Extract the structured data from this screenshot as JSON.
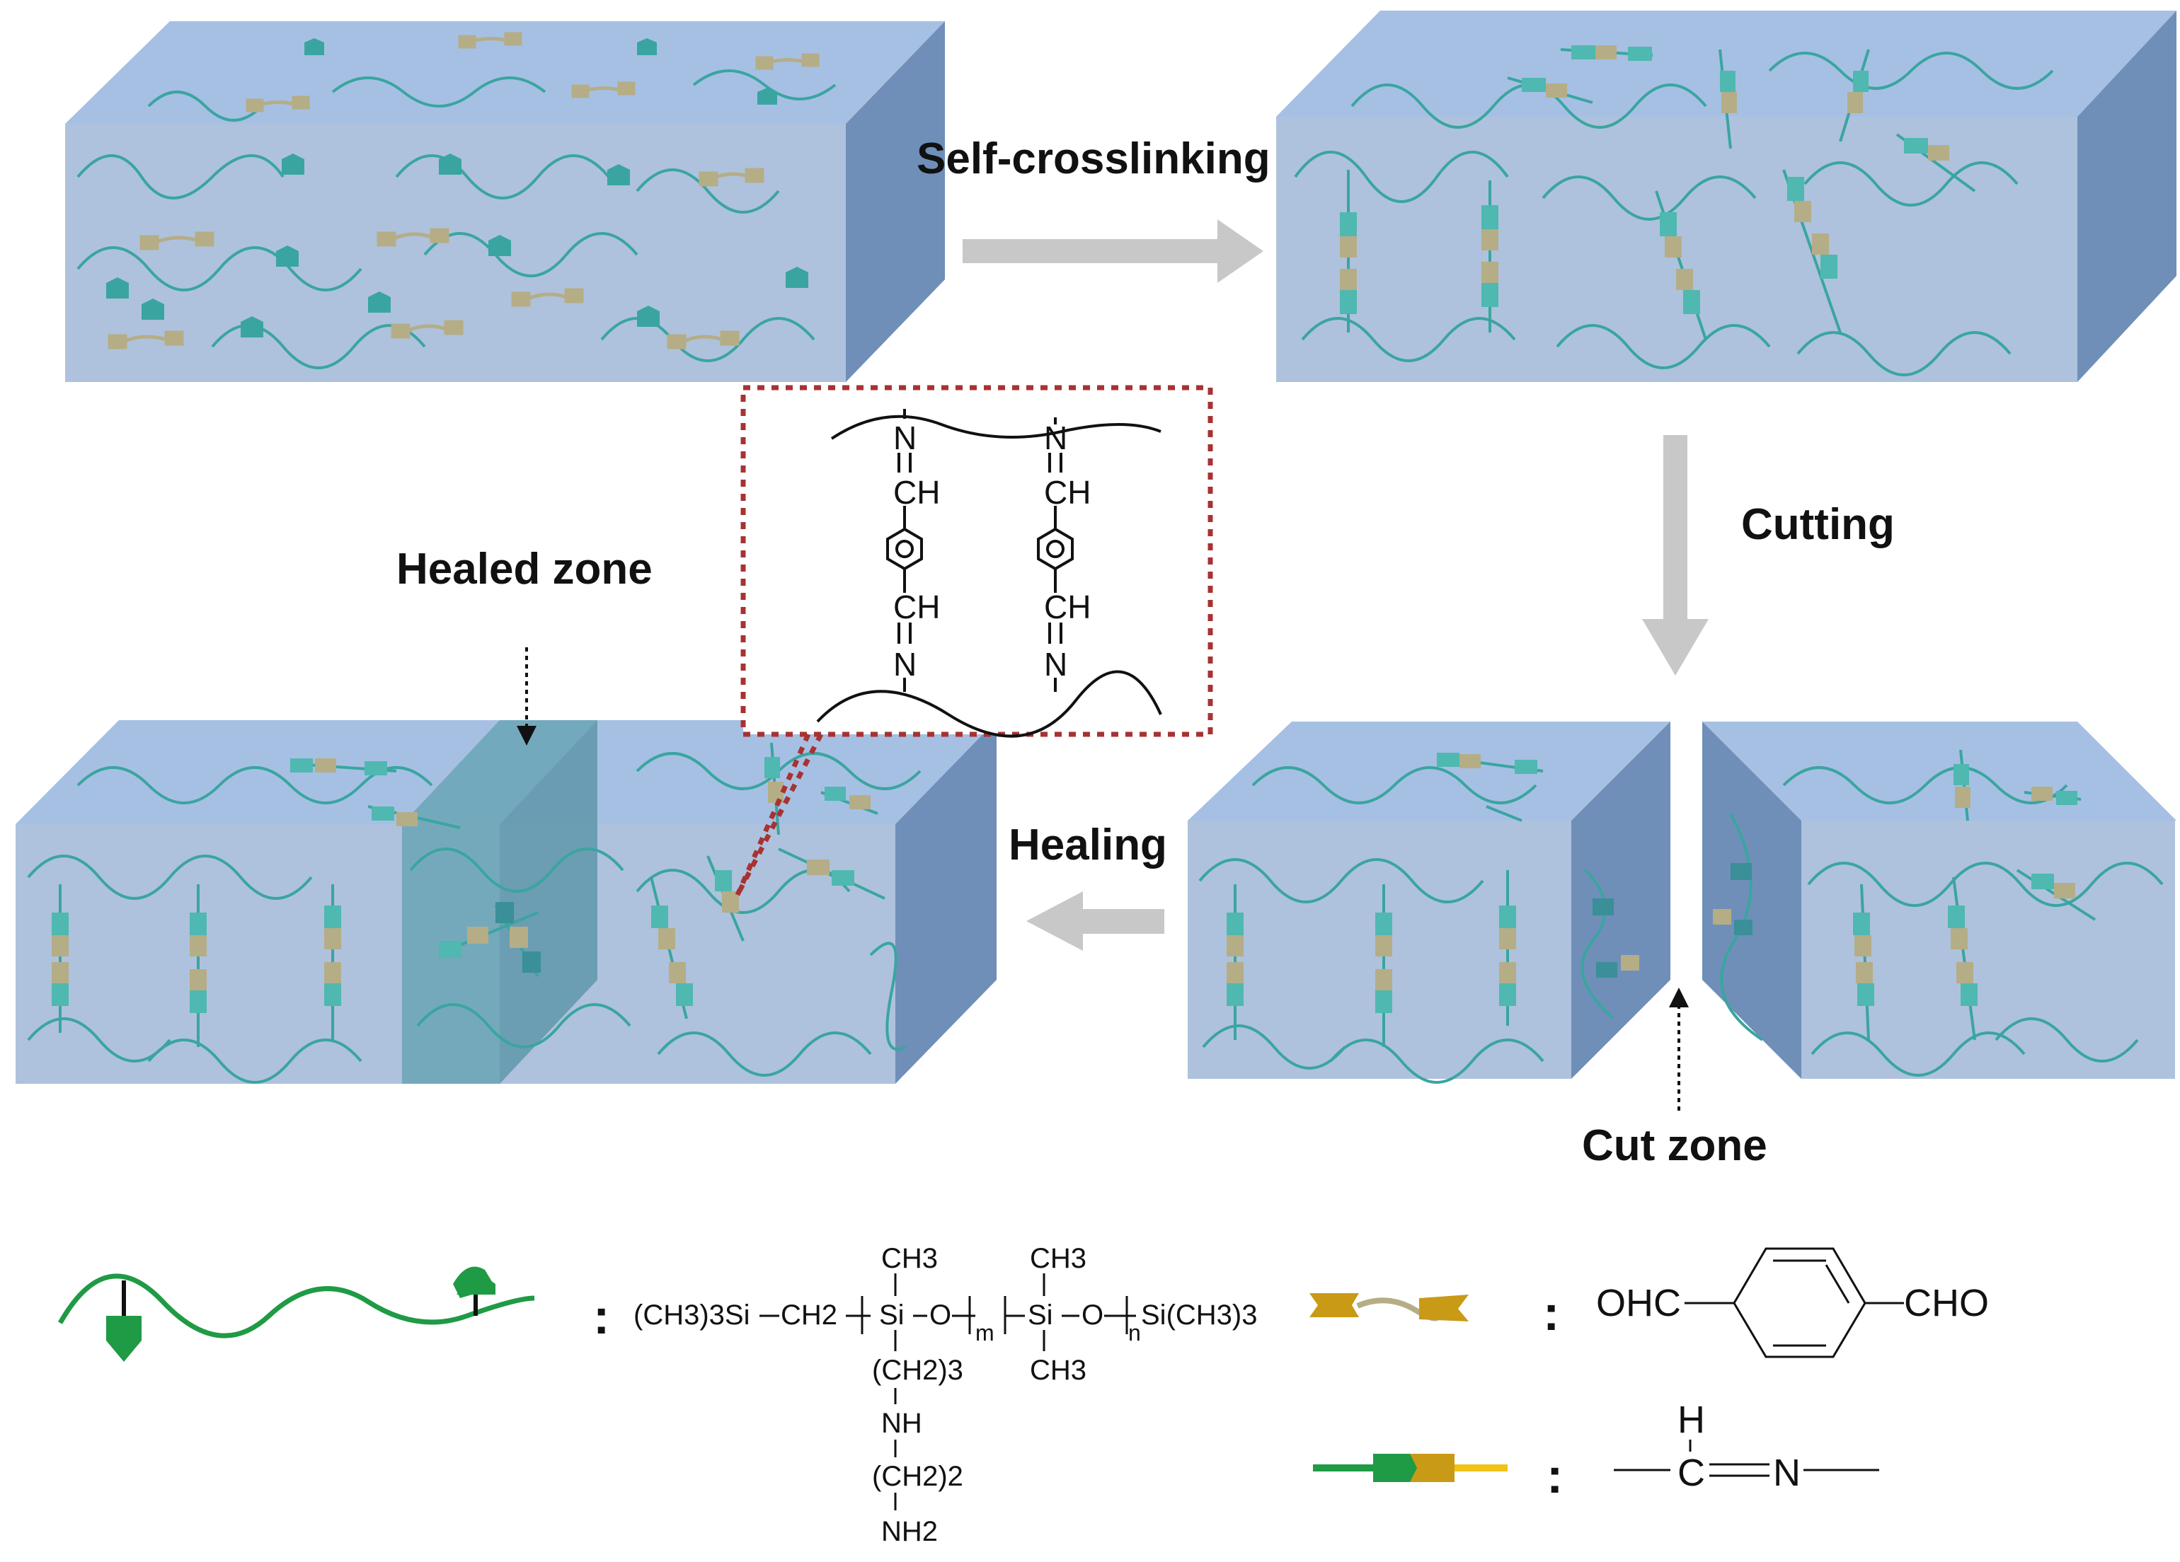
{
  "labels": {
    "self_crosslinking": "Self-crosslinking",
    "cutting": "Cutting",
    "healing": "Healing",
    "healed_zone": "Healed zone",
    "cut_zone": "Cut zone"
  },
  "inset": {
    "n": "N",
    "ch": "CH"
  },
  "legend": {
    "colon": ":",
    "polymer": {
      "icon": "amine-polysiloxane-chain-icon",
      "chain_start": "(CH3)3Si",
      "ch2": "CH2",
      "si": "Si",
      "o": "O",
      "m": "m",
      "n": "n",
      "end_group": "Si(CH3)3",
      "ch3": "CH3",
      "sidechain1": "(CH2)3",
      "nh": "NH",
      "sidechain2": "(CH2)2",
      "nh2": "NH2"
    },
    "aldehyde": {
      "icon": "terephthalaldehyde-crosslinker-icon",
      "left": "OHC",
      "right": "CHO"
    },
    "imine": {
      "icon": "imine-bond-icon",
      "h": "H",
      "c": "C",
      "n": "N"
    }
  },
  "colors": {
    "block_front": "#afc2dd",
    "block_top": "#a5bfe3",
    "block_side": "#7090b8",
    "chain": "#3aa5a0",
    "crosslinker": "#b5ad86",
    "arrow": "#c8c8c8",
    "inset_border": "#a83232",
    "legend_green": "#1f9a45",
    "legend_gold": "#c99a16"
  }
}
